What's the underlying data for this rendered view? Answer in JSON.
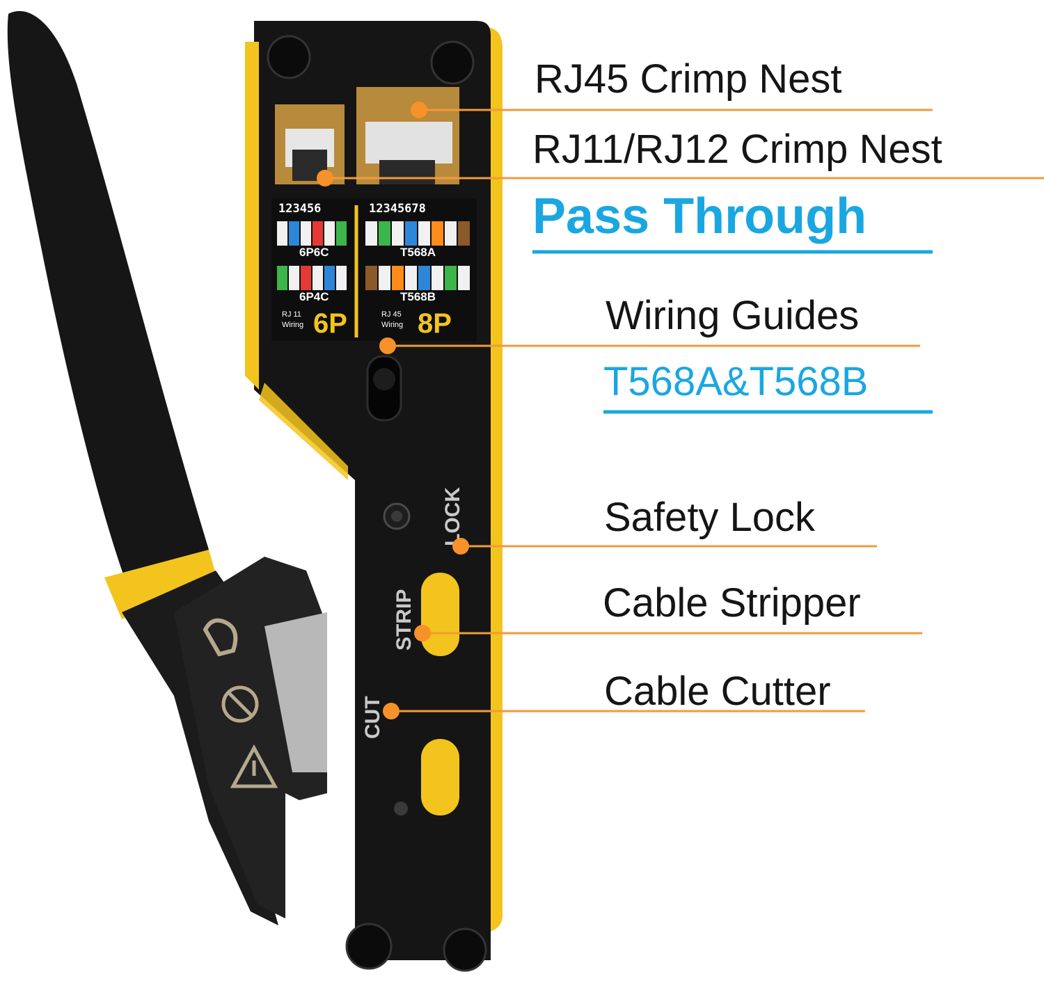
{
  "callouts": {
    "rj45": "RJ45 Crimp Nest",
    "rj11": "RJ11/RJ12 Crimp Nest",
    "pass_through": "Pass Through",
    "wiring_guides": "Wiring Guides",
    "standards": "T568A&T568B",
    "safety_lock": "Safety Lock",
    "cable_stripper": "Cable Stripper",
    "cable_cutter": "Cable Cutter"
  },
  "tool_labels": {
    "lock": "LOCK",
    "strip": "STRIP",
    "cut": "CUT"
  },
  "wiring_card": {
    "pins_8": "12345678",
    "pins_6": "123456",
    "t568a": "T568A",
    "t568b": "T568B",
    "p6c6": "6P6C",
    "p6c4": "6P4C",
    "big_8p": "8P",
    "big_6p": "6P",
    "rj45_label": "RJ 45",
    "rj11_label": "RJ 11",
    "wiring_word": "Wiring"
  },
  "colors": {
    "tool_black": "#151515",
    "tool_yellow": "#f3c41d",
    "leader_orange": "#f39a3c",
    "dot_orange": "#f7912a",
    "accent_blue": "#1aa7e1"
  }
}
